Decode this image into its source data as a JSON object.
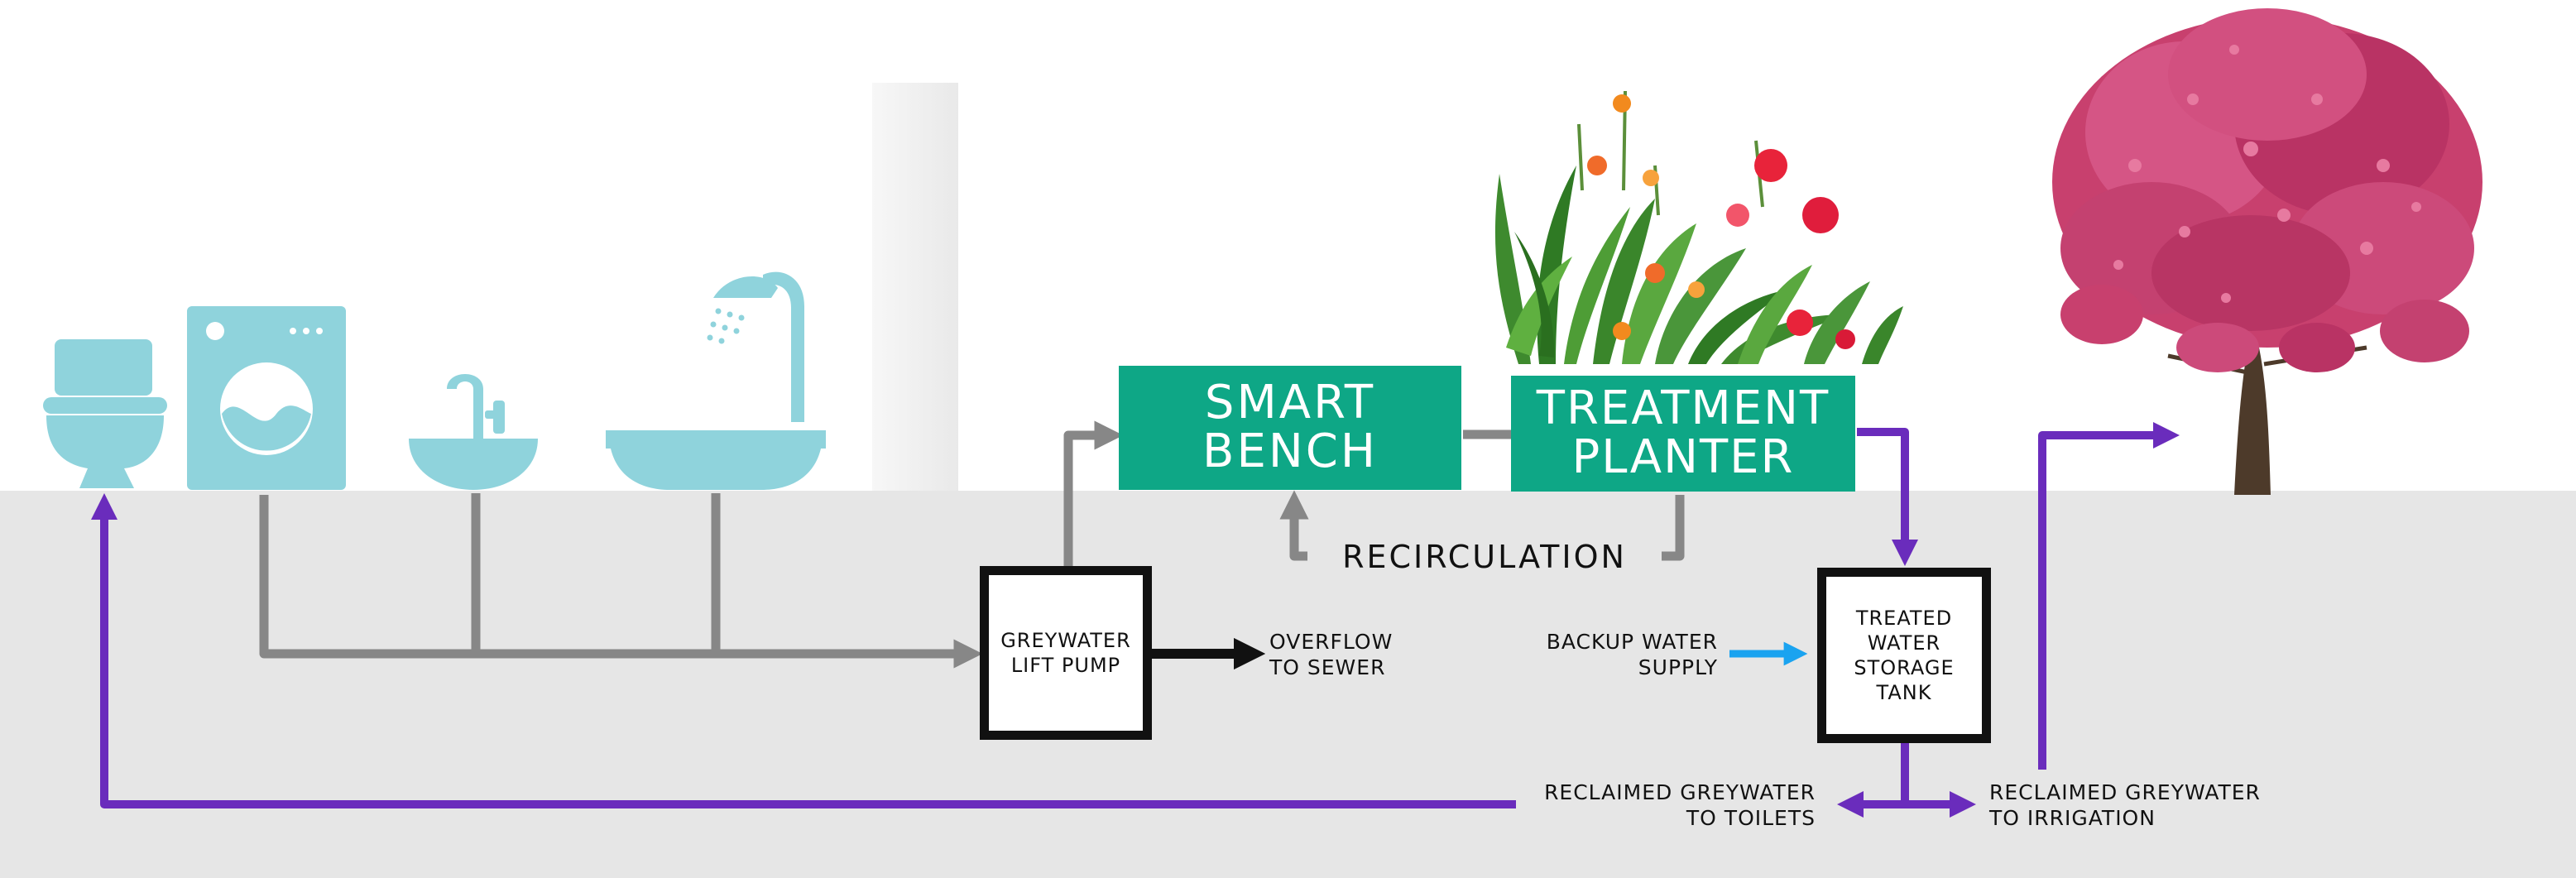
{
  "colors": {
    "fixture": "#8fd3dc",
    "box": "#0ea786",
    "grey_pipe": "#878787",
    "reclaimed": "#6a2cbc",
    "backup": "#1aa3f0",
    "overflow": "#111111",
    "ground": "#e6e6e6"
  },
  "fixtures": [
    {
      "name": "toilet-icon"
    },
    {
      "name": "washing-machine-icon"
    },
    {
      "name": "sink-icon"
    },
    {
      "name": "shower-bathtub-icon"
    }
  ],
  "smart_bench": {
    "line1": "SMART",
    "line2": "BENCH"
  },
  "treatment_planter": {
    "line1": "TREATMENT",
    "line2": "PLANTER"
  },
  "recirculation": "RECIRCULATION",
  "lift_pump": {
    "line1": "GREYWATER",
    "line2": "LIFT PUMP"
  },
  "overflow": {
    "line1": "OVERFLOW",
    "line2": "TO SEWER"
  },
  "backup": {
    "line1": "BACKUP WATER",
    "line2": "SUPPLY"
  },
  "storage_tank": {
    "line1": "TREATED",
    "line2": "WATER",
    "line3": "STORAGE",
    "line4": "TANK"
  },
  "reclaimed_toilets": {
    "line1": "RECLAIMED GREYWATER",
    "line2": "TO TOILETS"
  },
  "reclaimed_irrigation": {
    "line1": "RECLAIMED GREYWATER",
    "line2": "TO IRRIGATION"
  }
}
